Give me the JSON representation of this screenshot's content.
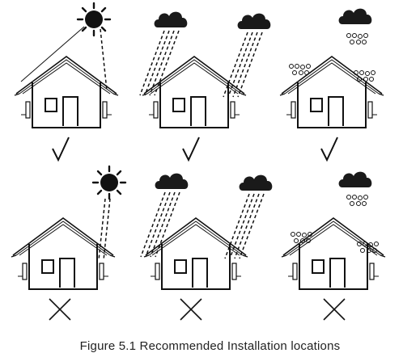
{
  "figure": {
    "caption": "Figure 5.1 Recommended Installation locations"
  },
  "panels": [
    {
      "row": "top",
      "weather": "sun",
      "verdict": "check",
      "icon": "sun-icon"
    },
    {
      "row": "top",
      "weather": "rain",
      "verdict": "check",
      "icon": "rain-cloud-icon"
    },
    {
      "row": "top",
      "weather": "snow",
      "verdict": "check",
      "icon": "snow-cloud-icon"
    },
    {
      "row": "bottom",
      "weather": "sun",
      "verdict": "cross",
      "icon": "sun-icon"
    },
    {
      "row": "bottom",
      "weather": "rain",
      "verdict": "cross",
      "icon": "rain-cloud-icon"
    },
    {
      "row": "bottom",
      "weather": "snow",
      "verdict": "cross",
      "icon": "snow-cloud-icon"
    }
  ],
  "colors": {
    "ink": "#111111",
    "cloud": "#1a1a1a",
    "page": "#ffffff"
  }
}
